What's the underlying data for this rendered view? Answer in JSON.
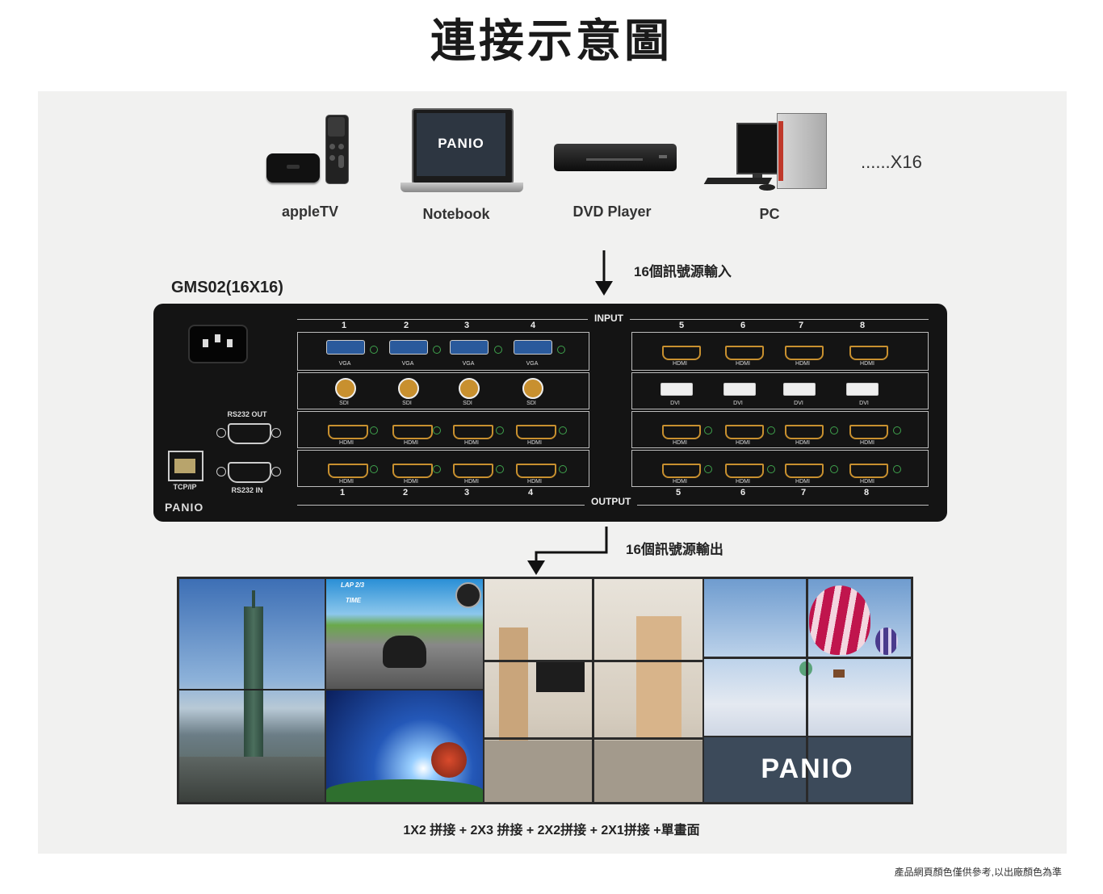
{
  "title": "連接示意圖",
  "devices": [
    {
      "label": "appleTV"
    },
    {
      "label": "Notebook"
    },
    {
      "label": "DVD Player"
    },
    {
      "label": "PC"
    }
  ],
  "notebook_brand": "PANIO",
  "more_sources": "......X16",
  "input_text": "16個訊號源輸入",
  "output_text": "16個訊號源輸出",
  "model": "GMS02(16X16)",
  "matrix": {
    "input_label": "INPUT",
    "output_label": "OUTPUT",
    "rs232_out": "RS232 OUT",
    "rs232_in": "RS232 IN",
    "tcpip": "TCP/IP",
    "brand": "PANIO",
    "numbers_left": [
      "1",
      "2",
      "3",
      "4"
    ],
    "numbers_right": [
      "5",
      "6",
      "7",
      "8"
    ],
    "row_types_left": [
      "VGA",
      "SDI",
      "HDMI",
      "HDMI"
    ],
    "row_types_right": [
      "HDMI",
      "DVI",
      "HDMI",
      "HDMI"
    ]
  },
  "wall_brand": "PANIO",
  "game_hud": {
    "lap": "LAP 2/3",
    "time": "TIME"
  },
  "caption": "1X2 拼接 + 2X3 拚接 + 2X2拼接 + 2X1拼接 +單畫面",
  "footnote": "產品網頁顏色僅供參考,以出廠顏色為準",
  "colors": {
    "panel_bg": "#f1f1f0",
    "device_body": "#141414",
    "hdmi_port": "#c8902f",
    "led": "#4caf50",
    "wall_brand_bg": "#3c4a5a"
  }
}
